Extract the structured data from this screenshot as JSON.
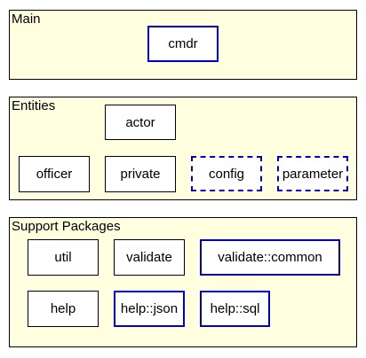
{
  "groups": {
    "main": {
      "title": "Main",
      "nodes": {
        "cmdr": "cmdr"
      }
    },
    "entities": {
      "title": "Entities",
      "nodes": {
        "actor": "actor",
        "officer": "officer",
        "private": "private",
        "config": "config",
        "parameter": "parameter"
      }
    },
    "support": {
      "title": "Support Packages",
      "nodes": {
        "util": "util",
        "validate": "validate",
        "validate_common": "validate::common",
        "help": "help",
        "help_json": "help::json",
        "help_sql": "help::sql"
      }
    }
  },
  "colors": {
    "group_fill": "#ffffe0",
    "highlight_border": "#0000cc",
    "plain_border": "#000000"
  }
}
